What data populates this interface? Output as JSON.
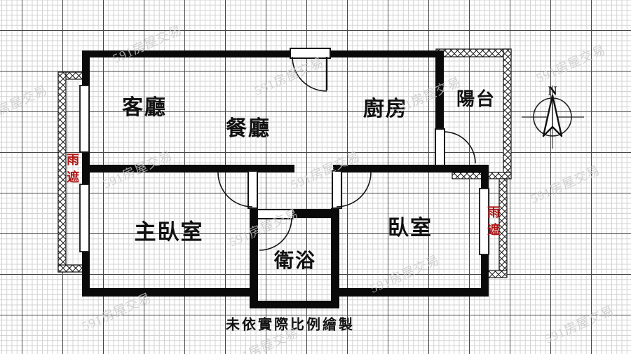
{
  "rooms": {
    "living": {
      "label": "客廳"
    },
    "dining": {
      "label": "餐廳"
    },
    "kitchen": {
      "label": "廚房"
    },
    "balcony": {
      "label": "陽台"
    },
    "master_bedroom": {
      "label": "主臥室"
    },
    "bedroom": {
      "label": "臥室"
    },
    "bathroom": {
      "label": "衛浴"
    }
  },
  "rain_shelter": {
    "left_label": "雨遮",
    "right_label": "雨遮"
  },
  "caption": {
    "text": "未依實際比例繪製"
  },
  "compass": {
    "north_label": "N"
  },
  "watermark": {
    "text": "591房屋交易"
  },
  "colors": {
    "wall": "#0a0a0a",
    "room_label_text": "#111111",
    "rain_shelter_text": "#b01414",
    "watermark_text": "#c9c9c9",
    "grid_minor": "#d2d2d2",
    "grid_major": "#474747",
    "background": "#ffffff"
  }
}
